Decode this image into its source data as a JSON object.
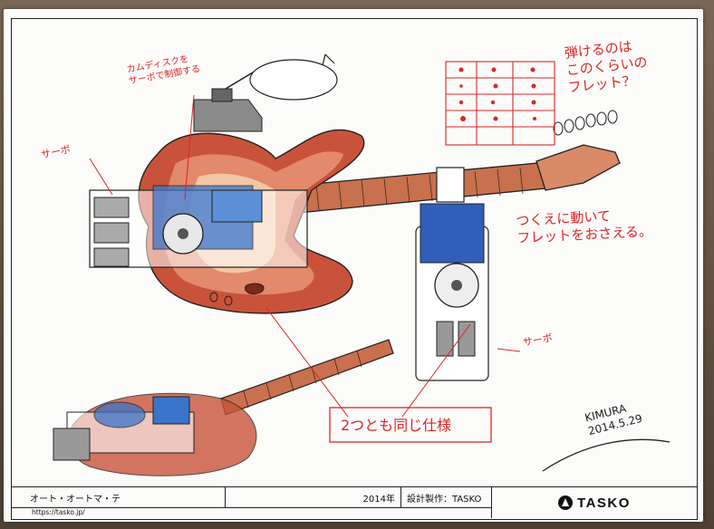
{
  "annotations": {
    "turntable": "カムディスクを\nサーボで制御する",
    "servo_left": "サーボ",
    "fret_question": "弾けるのは\nこのくらいの\nフレット？",
    "slide": "つくえに動いて\nフレットをおさえる。",
    "servo_right": "サーボ",
    "same_spec": "2つとも同じ仕様",
    "signature": "KIMURA\n2014.5.29"
  },
  "title_block": {
    "title": "オート・オートマ・テ",
    "year": "2014年",
    "design": "設計製作：TASKO",
    "url": "https://tasko.jp/",
    "brand": "TASKO"
  },
  "colors": {
    "ink_red": "#d62828",
    "body_dark": "#c9533a",
    "body_mid": "#e28a6b",
    "body_light": "#f2c7a5",
    "mechanism_blue": "#3a74c9"
  }
}
